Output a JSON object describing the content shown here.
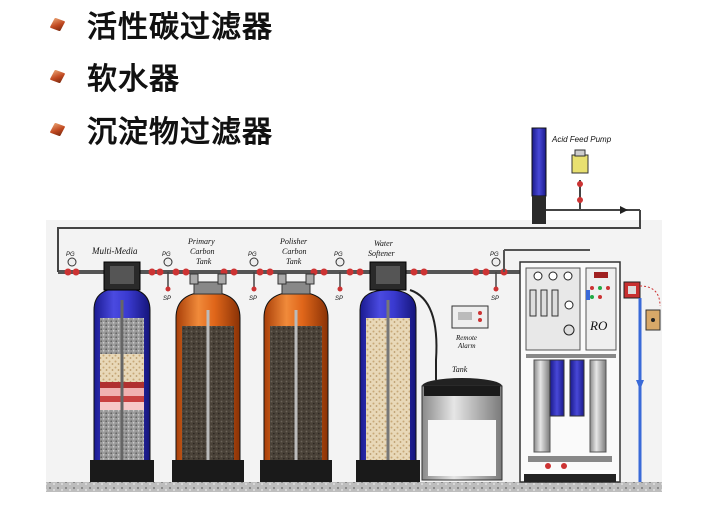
{
  "bullets": [
    {
      "text": "活性碳过滤器"
    },
    {
      "text": "软水器"
    },
    {
      "text": "沉淀物过滤器"
    }
  ],
  "labels": {
    "acid_feed_pump": "Acid Feed Pump",
    "multi_media": "Multi-Media",
    "primary_carbon": [
      "Primary",
      "Carbon",
      "Tank"
    ],
    "polisher_carbon": [
      "Polisher",
      "Carbon",
      "Tank"
    ],
    "water_softener": [
      "Water",
      "Softener"
    ],
    "remote_alarm": [
      "Remote",
      "Alarm"
    ],
    "tank": "Tank",
    "ro": "RO",
    "pg": "PG",
    "sp": "SP"
  },
  "colors": {
    "pipe": "#555555",
    "valve_red": "#cc3333",
    "multimedia_blue": "#3838c8",
    "carbon_orange": "#e06a1a",
    "softener_blue": "#3a3ad8",
    "pump_blue": "#3030c0"
  }
}
